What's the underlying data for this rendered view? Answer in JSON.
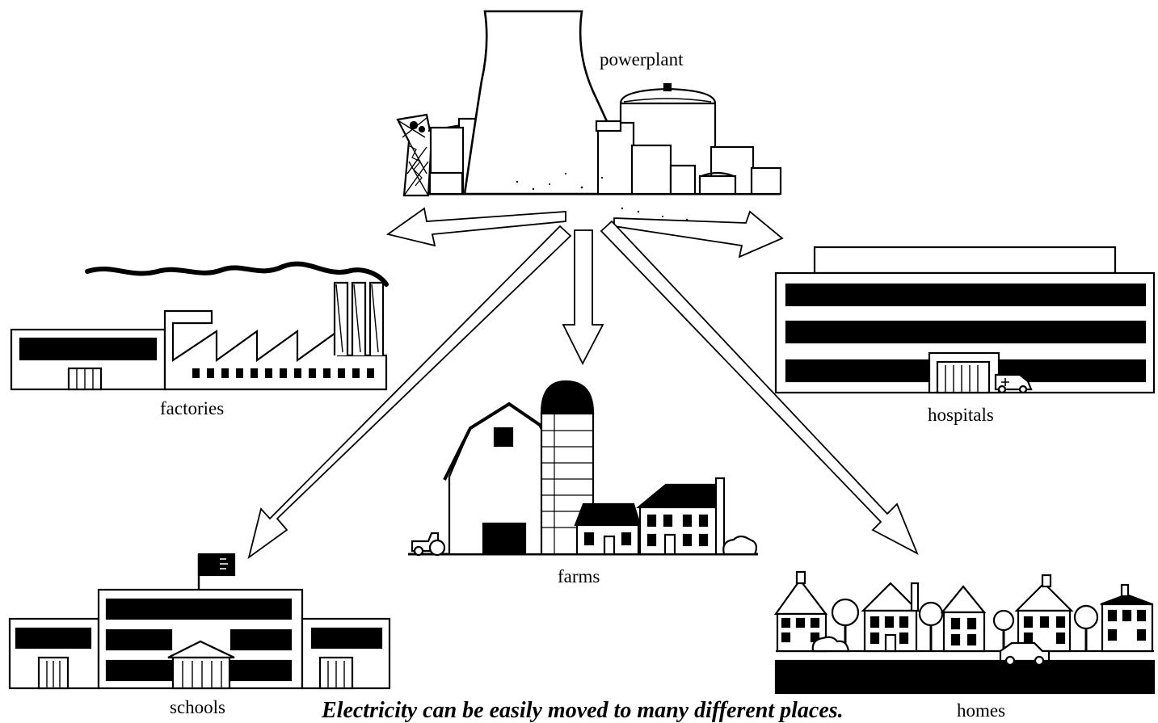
{
  "labels": {
    "powerplant": "powerplant",
    "factories": "factories",
    "hospitals": "hospitals",
    "farms": "farms",
    "schools": "schools",
    "homes": "homes"
  },
  "caption": "Electricity can be easily moved to many different places.",
  "colors": {
    "ink": "#000000",
    "paper": "#ffffff"
  }
}
